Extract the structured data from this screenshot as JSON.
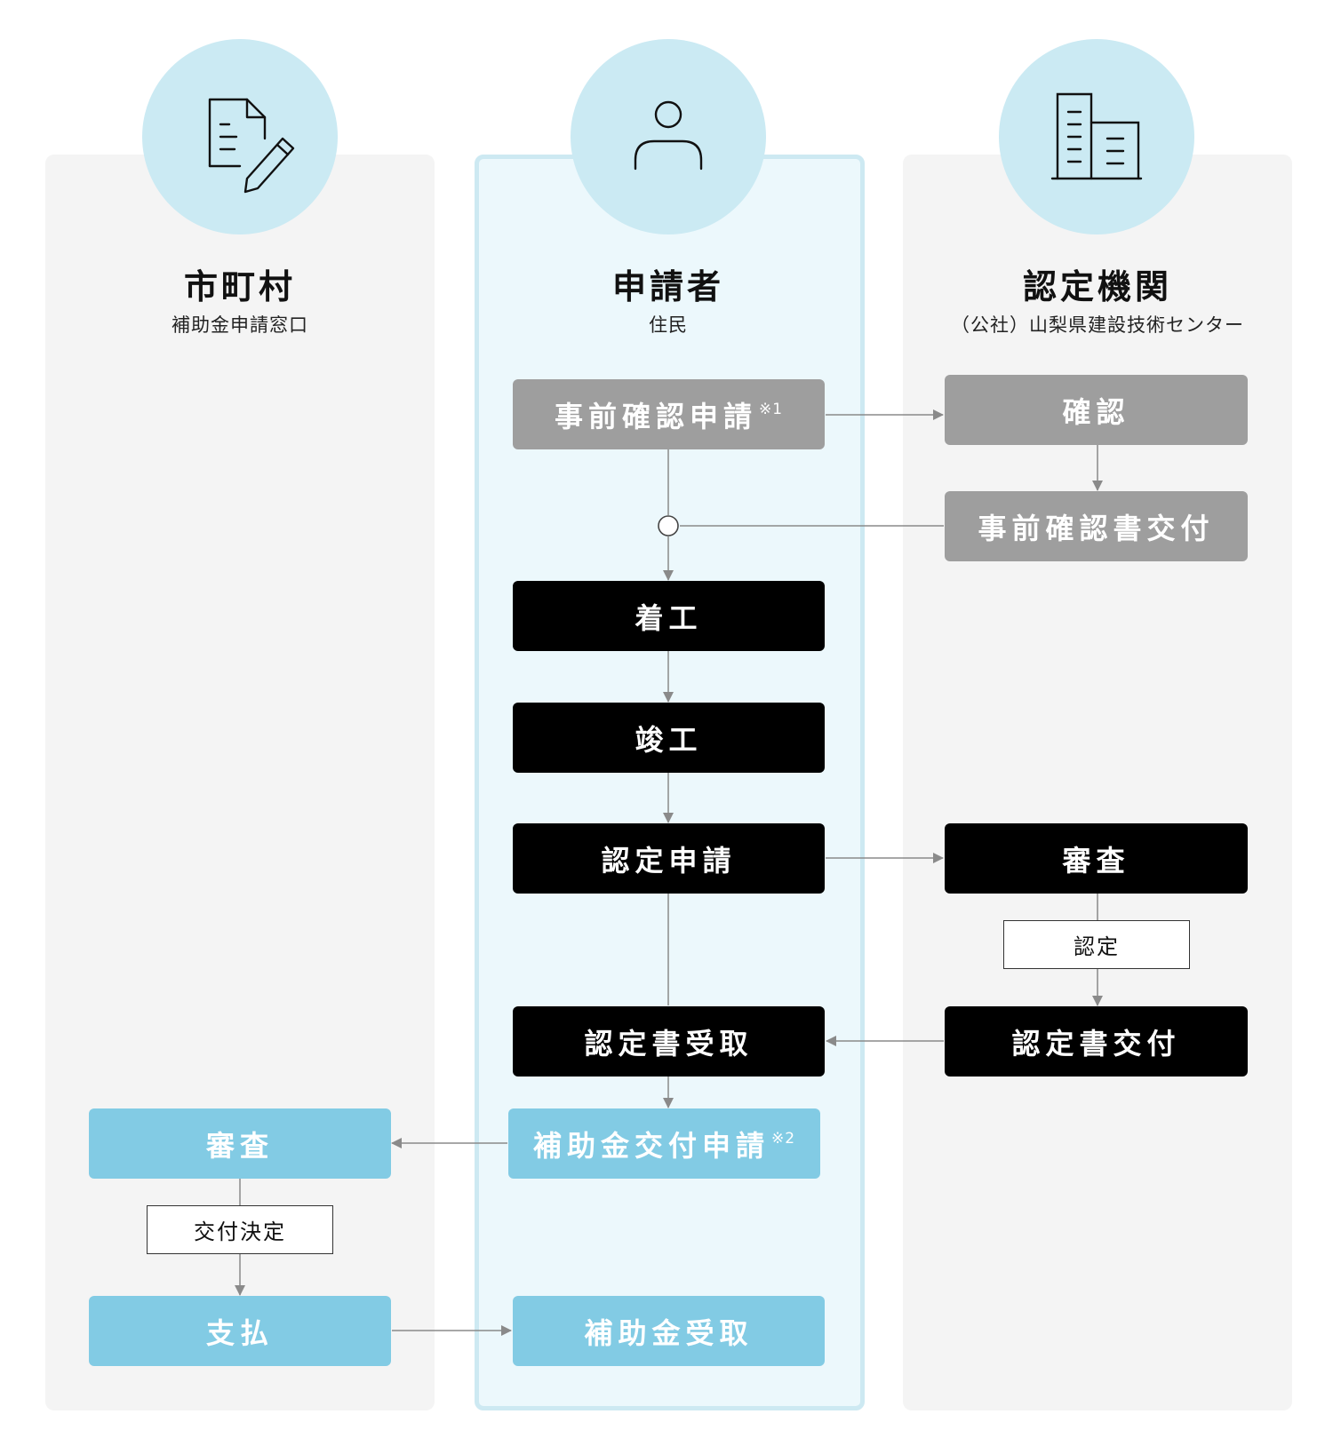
{
  "lanes": {
    "left": {
      "title": "市町村",
      "subtitle": "補助金申請窓口",
      "icon": "document-pen-icon"
    },
    "mid": {
      "title": "申請者",
      "subtitle": "住民",
      "icon": "person-icon"
    },
    "right": {
      "title": "認定機関",
      "subtitle": "（公社）山梨県建設技術センター",
      "icon": "building-icon"
    }
  },
  "steps": {
    "pre_apply": {
      "label": "事前確認申請",
      "note": "※1"
    },
    "confirm": {
      "label": "確認"
    },
    "pre_cert_issue": {
      "label": "事前確認書交付"
    },
    "start": {
      "label": "着工"
    },
    "complete": {
      "label": "竣工"
    },
    "cert_apply": {
      "label": "認定申請"
    },
    "review_right": {
      "label": "審査"
    },
    "cert_receive": {
      "label": "認定書受取"
    },
    "cert_issue": {
      "label": "認定書交付"
    },
    "subsidy_apply": {
      "label": "補助金交付申請",
      "note": "※2"
    },
    "review_left": {
      "label": "審査"
    },
    "pay": {
      "label": "支払"
    },
    "subsidy_receive": {
      "label": "補助金受取"
    }
  },
  "edge_labels": {
    "approve": "認定",
    "grant_decision": "交付決定"
  },
  "colors": {
    "gray_box": "#9e9e9e",
    "black_box": "#000000",
    "blue_box": "#82cbe4",
    "circle": "#cbeaf3",
    "lane_gray": "#f4f4f4",
    "lane_mid": "#ecf8fc",
    "connector": "#8a8a8a"
  }
}
